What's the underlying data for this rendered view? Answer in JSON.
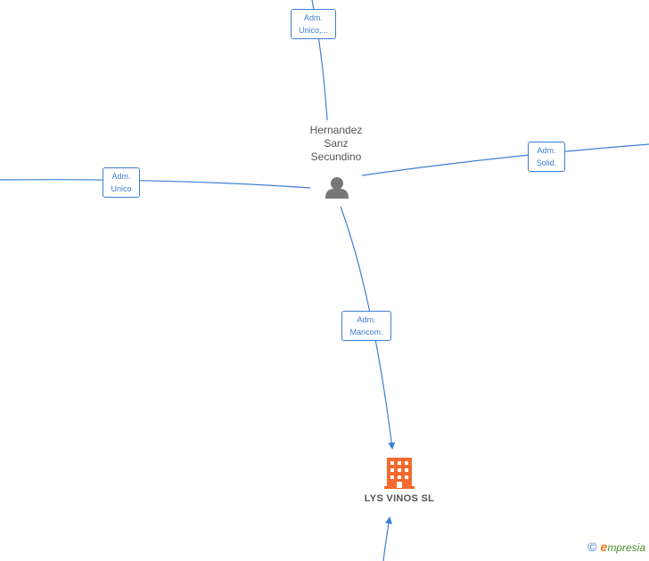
{
  "person": {
    "name_lines": [
      "Hernandez",
      "Sanz",
      "Secundino"
    ],
    "icon": "person-icon"
  },
  "company": {
    "name": "LYS VINOS  SL",
    "icon": "building-icon"
  },
  "edges": [
    {
      "label_lines": [
        "Adm.",
        "Unico,..."
      ]
    },
    {
      "label_lines": [
        "Adm.",
        "Unico"
      ]
    },
    {
      "label_lines": [
        "Adm.",
        "Solid."
      ]
    },
    {
      "label_lines": [
        "Adm.",
        "Mancom."
      ]
    }
  ],
  "watermark": {
    "symbol": "©",
    "brand_first": "e",
    "brand_rest": "mpresia"
  },
  "colors": {
    "edge": "#3f7fd1",
    "company_icon": "#f26a2e",
    "person_icon": "#777777"
  }
}
